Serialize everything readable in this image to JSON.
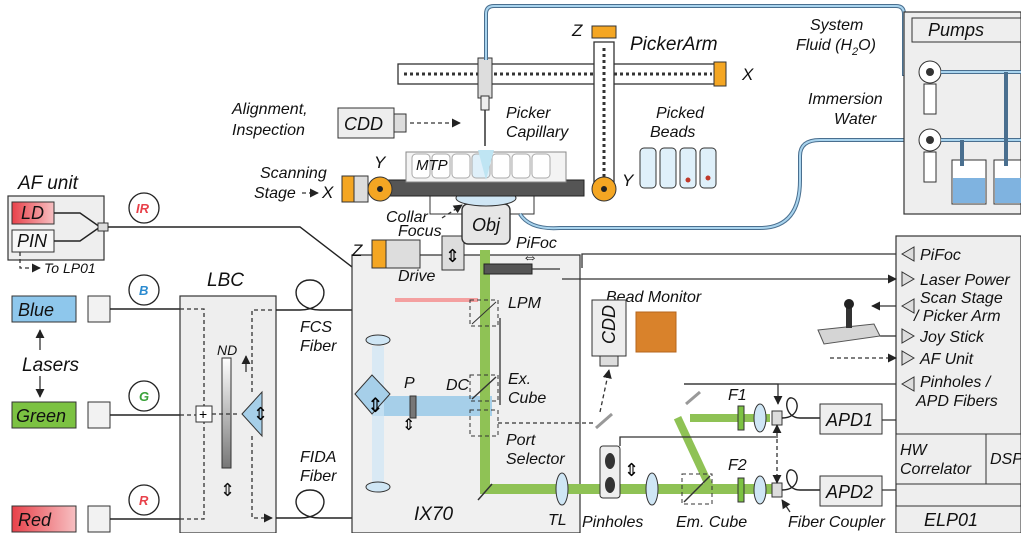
{
  "diagram": {
    "labels": {
      "af_unit": "AF unit",
      "ld": "LD",
      "pin": "PIN",
      "to_lp01": "To LP01",
      "lbc": "LBC",
      "nd": "ND",
      "lasers": "Lasers",
      "blue": "Blue",
      "green": "Green",
      "red": "Red",
      "ring_ir": "IR",
      "ring_b": "B",
      "ring_g": "G",
      "ring_r": "R",
      "fcs_fiber_1": "FCS",
      "fcs_fiber_2": "Fiber",
      "fida_fiber_1": "FIDA",
      "fida_fiber_2": "Fiber",
      "p": "P",
      "dc": "DC",
      "ex_cube_1": "Ex.",
      "ex_cube_2": "Cube",
      "lpm": "LPM",
      "port_selector_1": "Port",
      "port_selector_2": "Selector",
      "ix70": "IX70",
      "tl": "TL",
      "pinholes": "Pinholes",
      "em_cube": "Em. Cube",
      "fiber_coupler": "Fiber Coupler",
      "f1": "F1",
      "f2": "F2",
      "apd1": "APD1",
      "apd2": "APD2",
      "hw_correlator_1": "HW",
      "hw_correlator_2": "Correlator",
      "dsp": "DSP",
      "elp01": "ELP01",
      "bead_monitor": "Bead Monitor",
      "cdd_monitor": "CDD",
      "cdd_align": "CDD",
      "alignment_1": "Alignment,",
      "alignment_2": "Inspection",
      "scanning_1": "Scanning",
      "scanning_2": "Stage",
      "x_stage": "X",
      "y_stage": "Y",
      "y_picker": "Y",
      "z_picker": "Z",
      "x_picker": "X",
      "z_focus": "Z",
      "mtp": "MTP",
      "picker_arm": "PickerArm",
      "picker_capillary_1": "Picker",
      "picker_capillary_2": "Capillary",
      "picked_beads_1": "Picked",
      "picked_beads_2": "Beads",
      "collar": "Collar",
      "obj": "Obj",
      "focus": "Focus",
      "drive": "Drive",
      "pifoc": "PiFoc",
      "system_fluid_1": "System",
      "system_fluid_2": "Fluid (H",
      "system_fluid_sub": "2",
      "system_fluid_3": "O)",
      "immersion_1": "Immersion",
      "immersion_2": "Water",
      "pumps": "Pumps",
      "ctrl_pifoc": "PiFoc",
      "ctrl_laser_power": "Laser Power",
      "ctrl_scan_stage_1": "Scan Stage",
      "ctrl_scan_stage_2": "/ Picker Arm",
      "ctrl_joy_stick": "Joy Stick",
      "ctrl_af_unit": "AF Unit",
      "ctrl_pinholes_1": "Pinholes /",
      "ctrl_pinholes_2": "APD Fibers",
      "arrow_up_down": "⇕",
      "arrow_left_right": "⇔",
      "plus": "+"
    },
    "colors": {
      "blue_laser": "#8ec7ec",
      "green_laser": "#7cc242",
      "red_laser": "#e8414a",
      "ir_beam": "#f08080",
      "stage_yellow": "#f4a623",
      "tube": "#4a6f8f"
    }
  }
}
